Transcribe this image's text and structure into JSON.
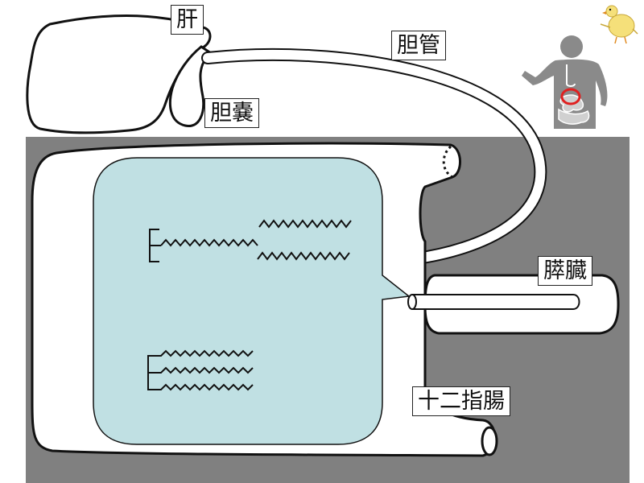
{
  "labels": {
    "liver": "肝",
    "bile_duct": "胆管",
    "gallbladder": "胆嚢",
    "pancreas": "膵臓",
    "duodenum": "十二指腸"
  },
  "colors": {
    "background_tissue": "#808080",
    "lumen": "#c0e0e3",
    "outline": "#111111",
    "marker_circle": "#e02020",
    "body_silhouette": "#8a8a8a"
  },
  "icons": {
    "mascot": "chick-mascot-icon",
    "body": "human-body-icon"
  }
}
